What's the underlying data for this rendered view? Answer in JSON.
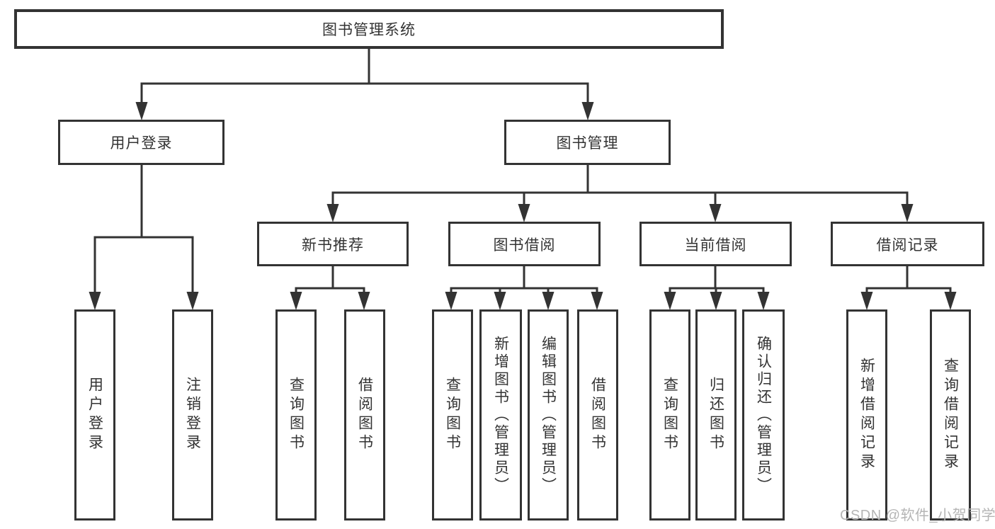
{
  "diagram": {
    "title_node": {
      "label": "图书管理系统"
    },
    "level2": [
      {
        "id": "user-login",
        "label": "用户登录"
      },
      {
        "id": "book-management",
        "label": "图书管理"
      }
    ],
    "level3": [
      {
        "id": "new-book-recommend",
        "label": "新书推荐"
      },
      {
        "id": "book-borrow",
        "label": "图书借阅"
      },
      {
        "id": "current-borrow",
        "label": "当前借阅"
      },
      {
        "id": "borrow-records",
        "label": "借阅记录"
      }
    ],
    "leaves": [
      {
        "id": "user-login-leaf",
        "parent": "用户登录",
        "label": "用户登录"
      },
      {
        "id": "logout",
        "parent": "用户登录",
        "label": "注销登录"
      },
      {
        "id": "nb-query-books",
        "parent": "新书推荐",
        "label": "查询图书"
      },
      {
        "id": "nb-borrow-books",
        "parent": "新书推荐",
        "label": "借阅图书"
      },
      {
        "id": "bb-query-books",
        "parent": "图书借阅",
        "label": "查询图书"
      },
      {
        "id": "bb-add-books-admin",
        "parent": "图书借阅",
        "label": "新增图书（管理员）"
      },
      {
        "id": "bb-edit-books-admin",
        "parent": "图书借阅",
        "label": "编辑图书（管理员）"
      },
      {
        "id": "bb-borrow-books",
        "parent": "图书借阅",
        "label": "借阅图书"
      },
      {
        "id": "cb-query-books",
        "parent": "当前借阅",
        "label": "查询图书"
      },
      {
        "id": "cb-return-books",
        "parent": "当前借阅",
        "label": "归还图书"
      },
      {
        "id": "cb-confirm-return-admin",
        "parent": "当前借阅",
        "label": "确认归还（管理员）"
      },
      {
        "id": "rec-add-record",
        "parent": "借阅记录",
        "label": "新增借阅记录"
      },
      {
        "id": "rec-query-record",
        "parent": "借阅记录",
        "label": "查询借阅记录"
      }
    ]
  },
  "watermark": {
    "text": "CSDN @软件_小贺同学"
  },
  "colors": {
    "line": "#333333",
    "box_border": "#333333",
    "text": "#333333",
    "background": "#ffffff",
    "watermark": "#b5b5b5"
  }
}
